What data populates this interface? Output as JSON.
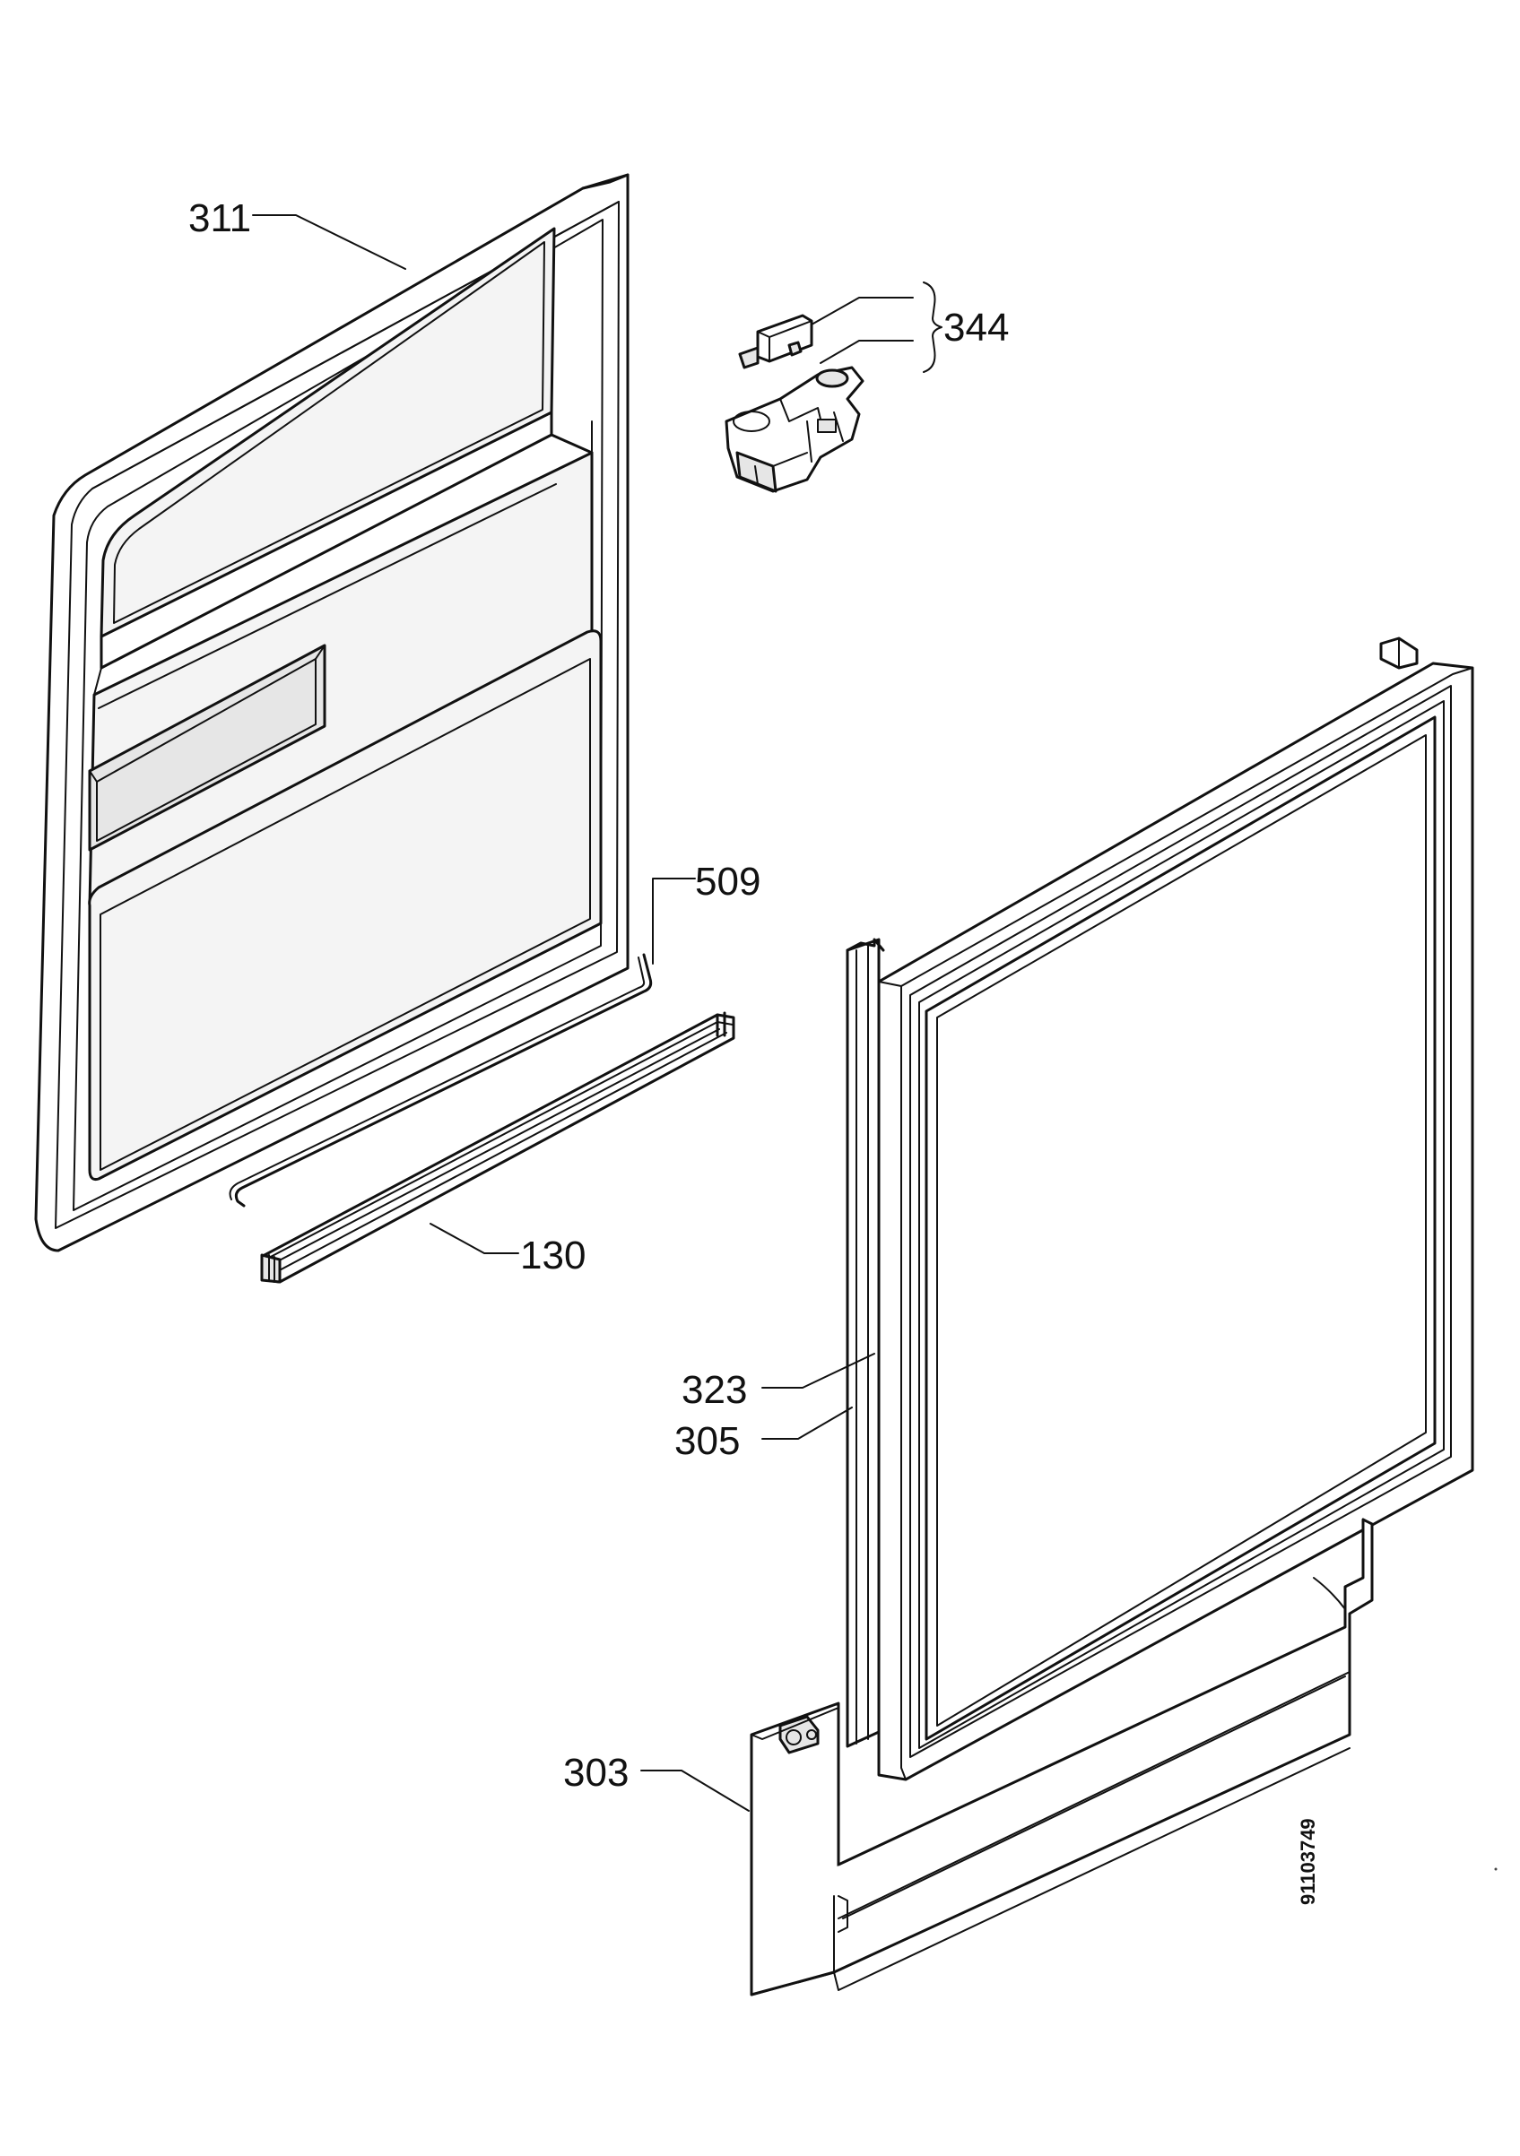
{
  "diagram": {
    "labels": {
      "p311": "311",
      "p344": "344",
      "p509": "509",
      "p130": "130",
      "p323": "323",
      "p305": "305",
      "p303": "303"
    },
    "drawing_code": "91103749"
  }
}
